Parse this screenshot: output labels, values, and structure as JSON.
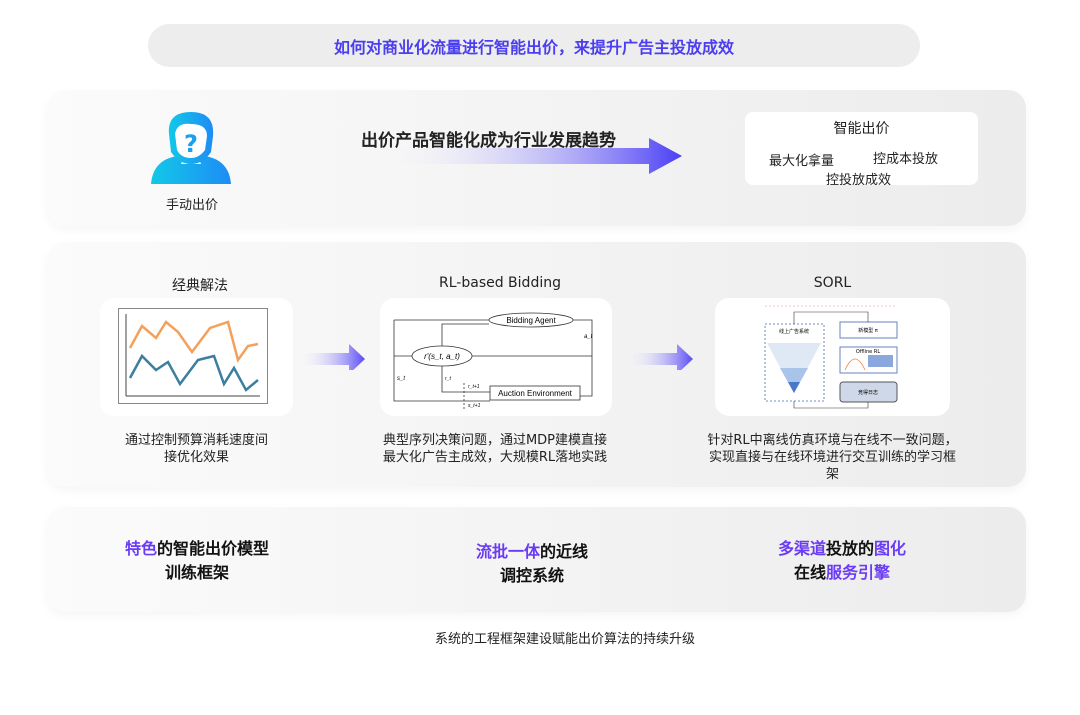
{
  "header": {
    "title": "如何对商业化流量进行智能出价，来提升广告主投放成效"
  },
  "row1": {
    "manual_label": "手动出价",
    "trend": "出价产品智能化成为行业发展趋势",
    "smart": {
      "title": "智能出价",
      "items": [
        "最大化拿量",
        "控成本投放",
        "控投放成效"
      ]
    }
  },
  "row2": {
    "classic": {
      "title": "经典解法",
      "desc": [
        "通过控制预算消耗速度间",
        "接优化效果"
      ]
    },
    "rl": {
      "title": "RL-based Bidding",
      "desc": [
        "典型序列决策问题，通过MDP建模直接",
        "最大化广告主成效，大规模RL落地实践"
      ],
      "diagram": {
        "agent": "Bidding Agent",
        "env": "Auction Environment",
        "reward": "r'(s_t, a_t)",
        "a": "a_t",
        "s": "s_t",
        "r": "r_t",
        "r1": "r_t+1",
        "s1": "s_t+1"
      }
    },
    "sorl": {
      "title": "SORL",
      "desc": [
        "针对RL中离线仿真环境与在线不一致问题，",
        "实现直接与在线环境进行交互训练的学习框",
        "架"
      ],
      "diagram": {
        "online": "线上广告系统",
        "model": "新模型 π",
        "offline": "Offline RL",
        "log": "竞得日志"
      }
    }
  },
  "row3": [
    {
      "line1": [
        {
          "t": "特色",
          "hl": true
        },
        {
          "t": "的智能出价模型",
          "hl": false
        }
      ],
      "line2": [
        {
          "t": "训练框架",
          "hl": false
        }
      ]
    },
    {
      "line1": [
        {
          "t": "流批一体",
          "hl": true
        },
        {
          "t": "的近线",
          "hl": false
        }
      ],
      "line2": [
        {
          "t": "调控系统",
          "hl": false
        }
      ]
    },
    {
      "line1": [
        {
          "t": "多渠道",
          "hl": true
        },
        {
          "t": "投放的",
          "hl": false
        },
        {
          "t": "图化",
          "hl": true
        }
      ],
      "line2": [
        {
          "t": "在线",
          "hl": false
        },
        {
          "t": "服务引擎",
          "hl": true
        }
      ]
    }
  ],
  "footer": {
    "caption": "系统的工程框架建设赋能出价算法的持续升级"
  },
  "colors": {
    "accent": "#6b3cf5",
    "title": "#4b3ef0",
    "orange": "#f5a05a",
    "teal": "#3a7fa0"
  }
}
